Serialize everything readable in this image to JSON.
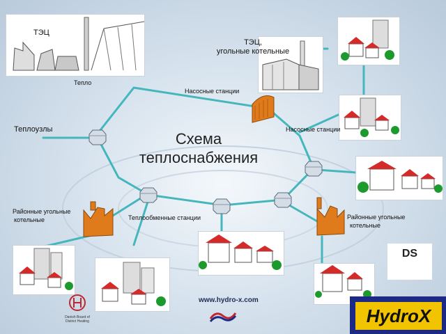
{
  "title": {
    "line1": "Схема",
    "line2": "теплоснабжения"
  },
  "labels": {
    "tec": "ТЭЦ",
    "tec_boiler_1": "ТЭЦ,",
    "tec_boiler_2": "угольные котельные",
    "teplo": "Тепло",
    "pump_stations_1": "Насосные станции",
    "pump_stations_2": "Насосные станции",
    "heat_nodes": "Теплоузлы",
    "heat_exchange_stations": "Теплообменные станции",
    "district_coal_left_1": "Районные угольные",
    "district_coal_left_2": "котельные",
    "district_coal_right_1": "Районные угольные",
    "district_coal_right_2": "котельные"
  },
  "footer": {
    "url": "www.hydro-x.com",
    "brand": "HydroX",
    "ds_logo": "DS",
    "dbdh_caption": "Danish Board of District Heating"
  },
  "colors": {
    "pipe": "#45b7bc",
    "pipe_dark": "#2e8f95",
    "node_fill": "#d4dde6",
    "boiler": "#e07b1c",
    "roof": "#d42a2a",
    "tree": "#1d9a2e",
    "brand_blue": "#1c2a86",
    "brand_yellow": "#f2c400"
  }
}
